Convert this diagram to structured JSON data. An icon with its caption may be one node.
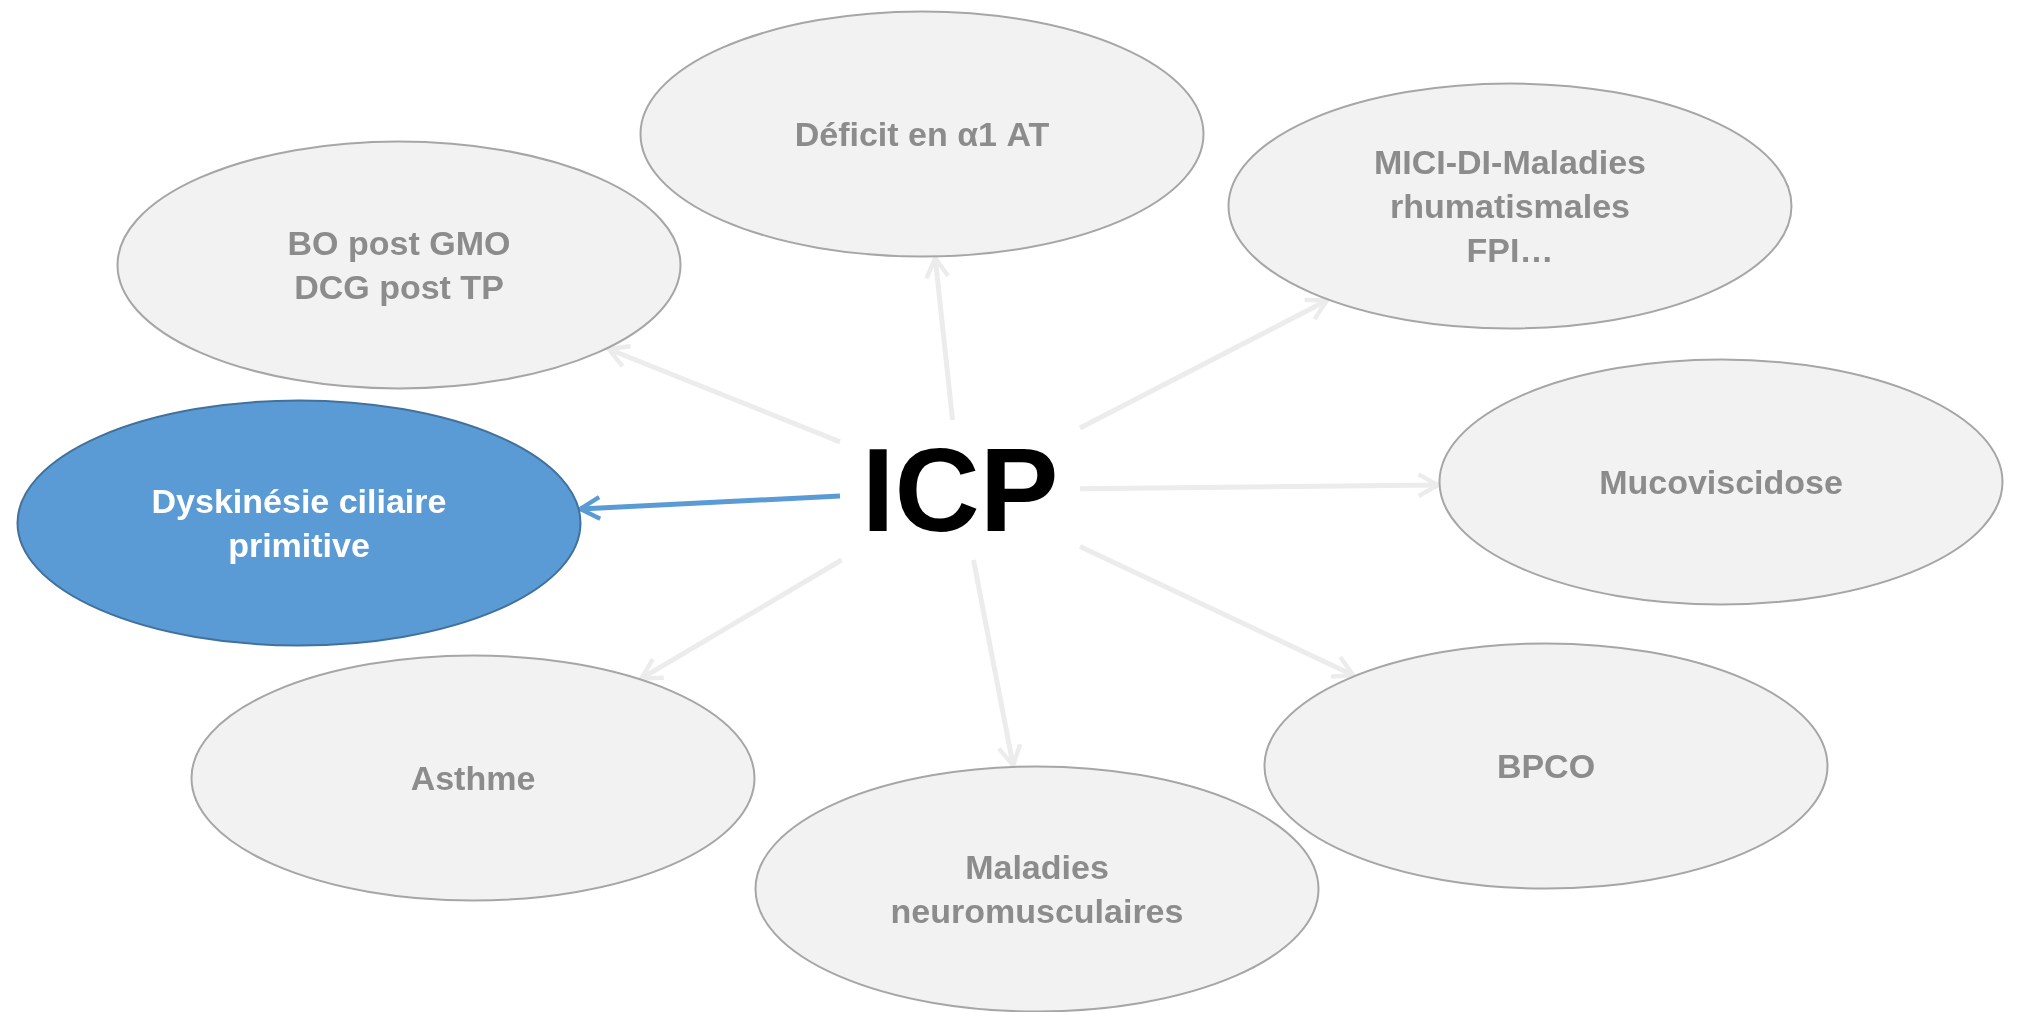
{
  "diagram": {
    "nodes": [
      {
        "text": [
          "Déficit en α1 AT"
        ]
      },
      {
        "text": [
          "MICI-DI-Maladies rhumatismales",
          "FPI…"
        ]
      },
      {
        "text": [
          "BO post GMO",
          "DCG post TP"
        ]
      },
      {
        "text": [
          "Mucoviscidose"
        ]
      },
      {
        "text": [
          "ICP"
        ]
      },
      {
        "text": [
          "Dyskinésie ciliaire primitive"
        ]
      },
      {
        "text": [
          "BPCO"
        ]
      },
      {
        "text": [
          "Asthme"
        ]
      },
      {
        "text": [
          "Maladies neuromusculaires"
        ]
      }
    ],
    "edges": [
      {
        "from": 4,
        "to": 0,
        "arrow": "to"
      },
      {
        "from": 4,
        "to": 1,
        "arrow": "to"
      },
      {
        "from": 4,
        "to": 2,
        "arrow": "to"
      },
      {
        "from": 4,
        "to": 3,
        "arrow": "to"
      },
      {
        "from": 4,
        "to": 5,
        "arrow": "to",
        "color": "#5b9bd5"
      },
      {
        "from": 4,
        "to": 6,
        "arrow": "to"
      },
      {
        "from": 4,
        "to": 7,
        "arrow": "to"
      },
      {
        "from": 4,
        "to": 8,
        "arrow": "to"
      }
    ]
  }
}
